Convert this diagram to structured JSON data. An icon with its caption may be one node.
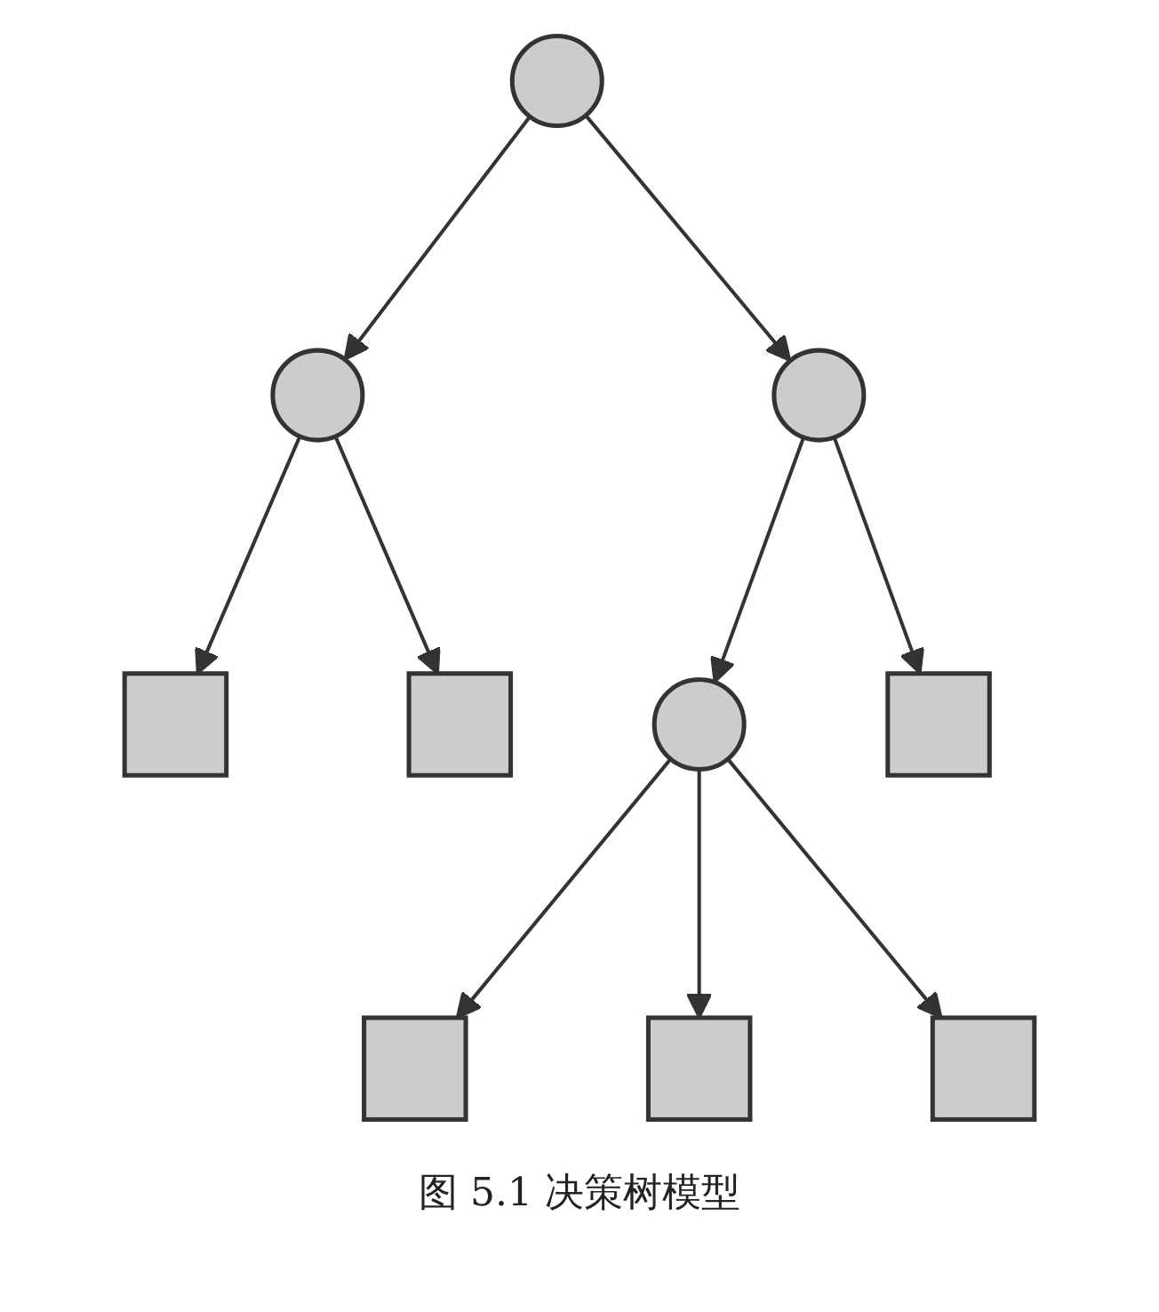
{
  "diagram": {
    "caption": "图 5.1 决策树模型",
    "nodes": [
      {
        "text": [],
        "shape": "circle"
      },
      {
        "text": [],
        "shape": "circle"
      },
      {
        "text": [],
        "shape": "circle"
      },
      {
        "text": [],
        "shape": "box"
      },
      {
        "text": [],
        "shape": "box"
      },
      {
        "text": [],
        "shape": "circle"
      },
      {
        "text": [],
        "shape": "box"
      },
      {
        "text": [],
        "shape": "box"
      },
      {
        "text": [],
        "shape": "box"
      },
      {
        "text": [],
        "shape": "box"
      }
    ],
    "edges": [
      {
        "from": 0,
        "to": 1,
        "arrow": "to"
      },
      {
        "from": 0,
        "to": 2,
        "arrow": "to"
      },
      {
        "from": 1,
        "to": 3,
        "arrow": "to"
      },
      {
        "from": 1,
        "to": 4,
        "arrow": "to"
      },
      {
        "from": 2,
        "to": 5,
        "arrow": "to"
      },
      {
        "from": 2,
        "to": 6,
        "arrow": "to"
      },
      {
        "from": 5,
        "to": 7,
        "arrow": "to"
      },
      {
        "from": 5,
        "to": 8,
        "arrow": "to"
      },
      {
        "from": 5,
        "to": 9,
        "arrow": "to"
      }
    ]
  }
}
